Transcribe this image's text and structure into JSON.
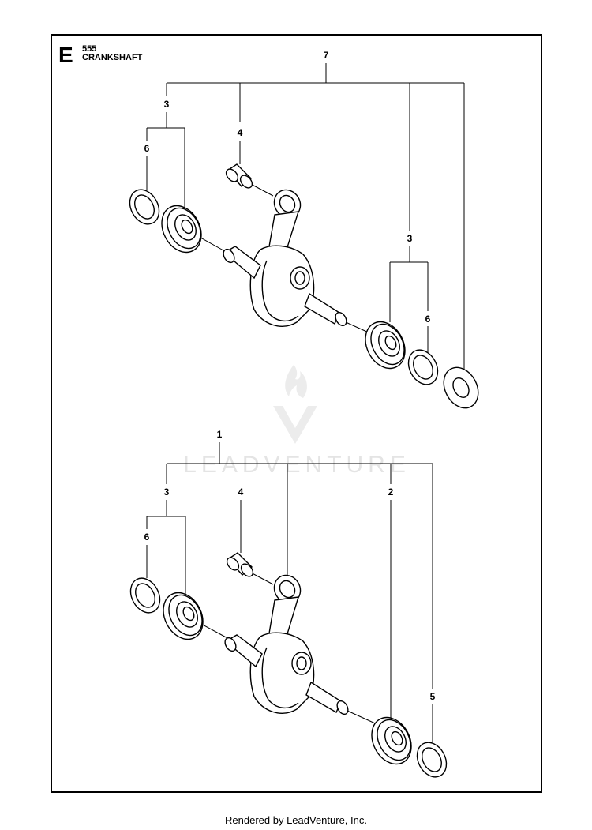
{
  "header": {
    "section_letter": "E",
    "model": "555",
    "title": "CRANKSHAFT"
  },
  "top_diagram": {
    "callouts": [
      "7",
      "3",
      "4",
      "6",
      "3",
      "6"
    ]
  },
  "bottom_diagram": {
    "callouts": [
      "1",
      "3",
      "4",
      "2",
      "6",
      "5"
    ]
  },
  "watermark": "LEADVENTURE",
  "footer": "Rendered by LeadVenture, Inc."
}
